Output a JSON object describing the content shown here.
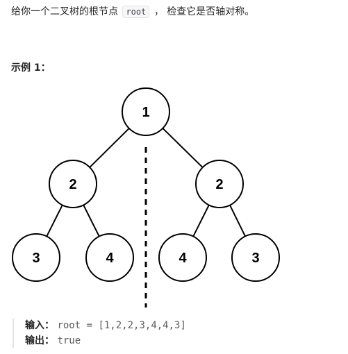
{
  "problem": {
    "text_before": "给你一个二叉树的根节点",
    "code": "root",
    "text_after": "， 检查它是否轴对称。"
  },
  "example": {
    "title": "示例 1："
  },
  "tree": {
    "nodes": [
      {
        "id": "n1",
        "value": "1",
        "level": 0,
        "index": 0
      },
      {
        "id": "n2l",
        "value": "2",
        "level": 1,
        "index": 0
      },
      {
        "id": "n2r",
        "value": "2",
        "level": 1,
        "index": 1
      },
      {
        "id": "n3ll",
        "value": "3",
        "level": 2,
        "index": 0
      },
      {
        "id": "n4lr",
        "value": "4",
        "level": 2,
        "index": 1
      },
      {
        "id": "n4rl",
        "value": "4",
        "level": 2,
        "index": 2
      },
      {
        "id": "n3rr",
        "value": "3",
        "level": 2,
        "index": 3
      }
    ],
    "edges": [
      [
        "n1",
        "n2l"
      ],
      [
        "n1",
        "n2r"
      ],
      [
        "n2l",
        "n3ll"
      ],
      [
        "n2l",
        "n4lr"
      ],
      [
        "n2r",
        "n4rl"
      ],
      [
        "n2r",
        "n3rr"
      ]
    ],
    "symmetry_axis": "dashed"
  },
  "io": {
    "input_label": "输入：",
    "input_value": "root = [1,2,2,3,4,4,3]",
    "output_label": "输出：",
    "output_value": "true"
  }
}
